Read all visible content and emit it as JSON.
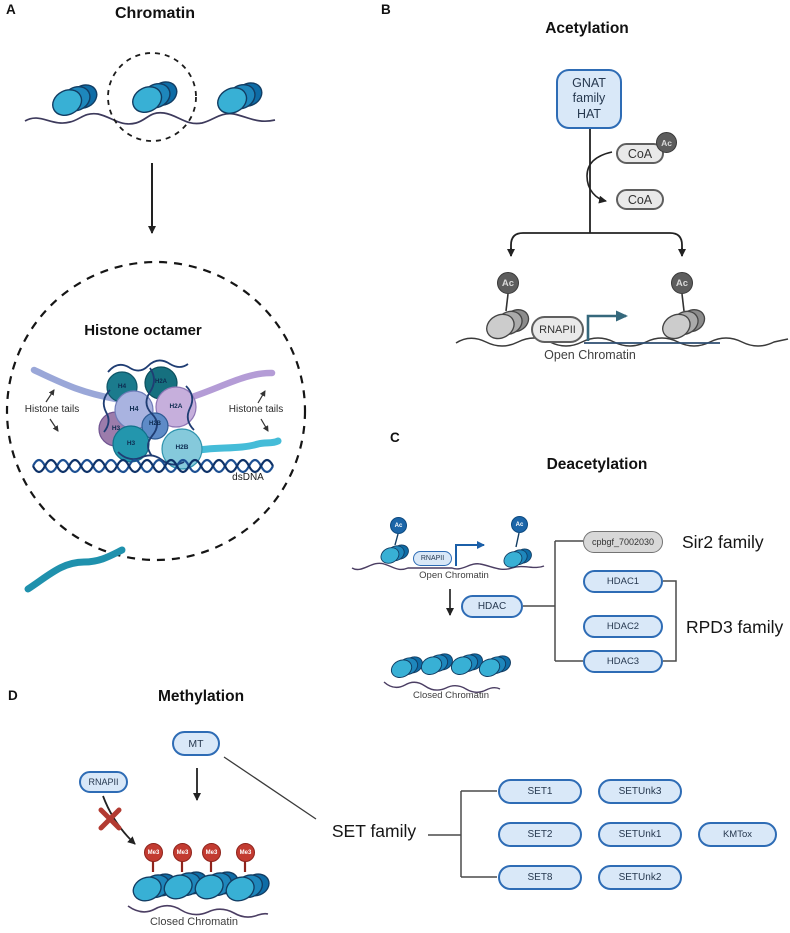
{
  "colors": {
    "pill_blue_bg": "#d9e8f8",
    "pill_blue_border": "#2e6cb5",
    "pill_gray_bg": "#e9e9e9",
    "pill_gray_border": "#5f5f5f",
    "member_gray_bg": "#d8d8d8",
    "member_gray_border": "#737373",
    "ac_gray": "#5d5d5d",
    "ac_blue": "#1b65a8",
    "me3_red": "#c23b31",
    "cross_red": "#b23a31",
    "nucleosome_cyan": "#38b0d5",
    "nucleosome_blue": "#1e87bc",
    "tss_arrow_teal": "#35687c",
    "tss_arrow_blue": "#1b5fa8"
  },
  "panel_a": {
    "letter": "A",
    "title": "Chromatin",
    "octamer_title": "Histone octamer",
    "histone_tails": "Histone tails",
    "dsdna": "dsDNA",
    "histones": {
      "h4": "H4",
      "h2a": "H2A",
      "h3": "H3",
      "h2b": "H2B"
    }
  },
  "panel_b": {
    "letter": "B",
    "title": "Acetylation",
    "hat_box": "GNAT\nfamily\nHAT",
    "coa": "CoA",
    "ac": "Ac",
    "rnapii": "RNAPII",
    "open_chromatin": "Open Chromatin"
  },
  "panel_c": {
    "letter": "C",
    "title": "Deacetylation",
    "ac": "Ac",
    "rnapii": "RNAPII",
    "open_chromatin": "Open Chromatin",
    "hdac": "HDAC",
    "closed_chromatin": "Closed Chromatin",
    "sir2_member": "cpbgf_7002030",
    "sir2_family_label": "Sir2 family",
    "rpd3_family_label": "RPD3 family",
    "members": {
      "hdac1": "HDAC1",
      "hdac2": "HDAC2",
      "hdac3": "HDAC3"
    }
  },
  "panel_d": {
    "letter": "D",
    "title": "Methylation",
    "mt": "MT",
    "rnapii": "RNAPII",
    "me3": "Me3",
    "closed_chromatin": "Closed Chromatin",
    "set_family_label": "SET family",
    "members": {
      "set1": "SET1",
      "set2": "SET2",
      "set8": "SET8",
      "setunk3": "SETUnk3",
      "setunk1": "SETUnk1",
      "setunk2": "SETUnk2",
      "kmtox": "KMTox"
    }
  }
}
